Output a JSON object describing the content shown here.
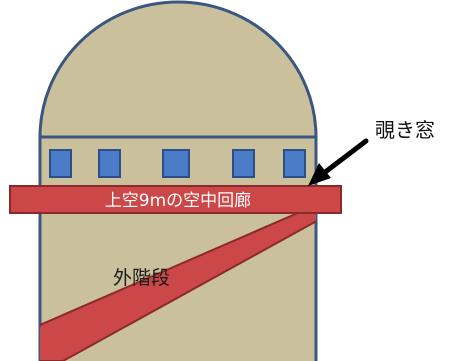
{
  "labels": {
    "corridor": "上空9mの空中回廊",
    "stairs": "外階段",
    "peephole": "覗き窓"
  },
  "colors": {
    "tower_fill": "#cbc09c",
    "outline": "#3b5680",
    "window_fill": "#4a7cc7",
    "band_fill": "#cc4848",
    "band_stroke": "#8a2a2a",
    "arrow": "#000000"
  },
  "icons": {
    "callout_arrow": "arrow-icon"
  },
  "window_count": 5
}
